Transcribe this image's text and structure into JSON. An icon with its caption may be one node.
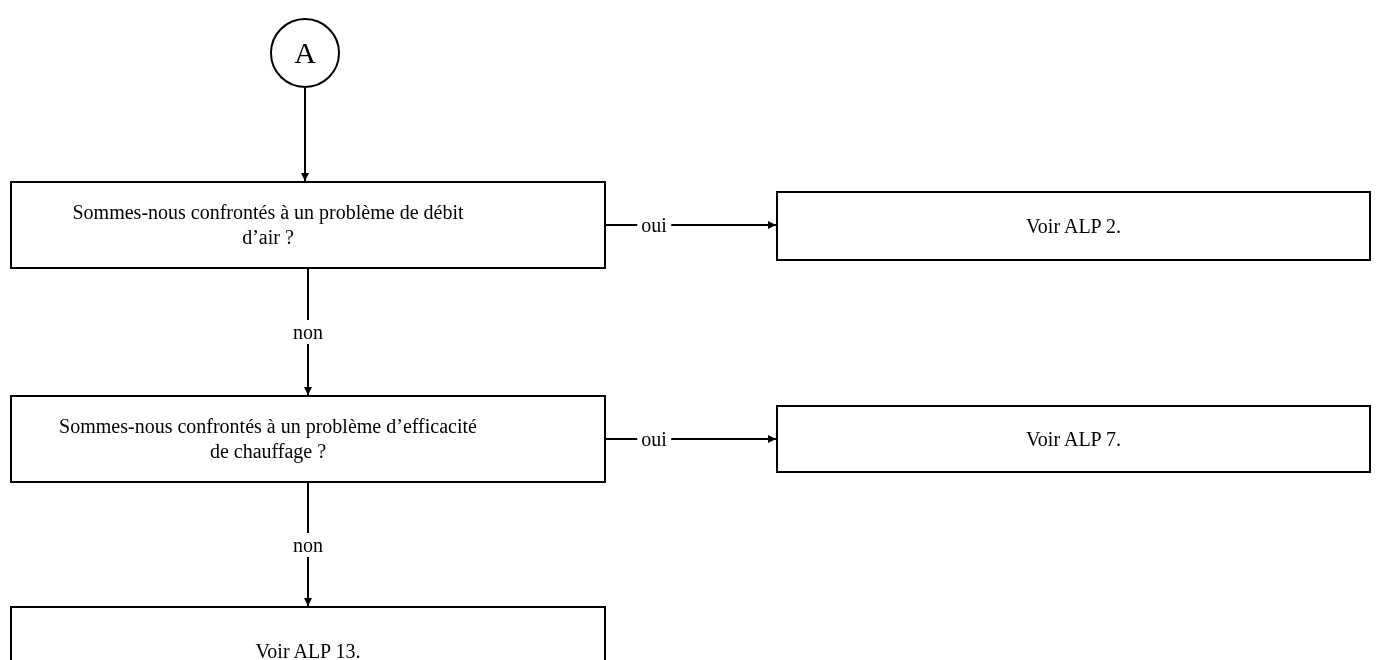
{
  "diagram": {
    "nodes": [
      {
        "text": [
          "A"
        ]
      },
      {
        "text": [
          "Sommes-nous confrontés à un problème de débit d’air ?"
        ]
      },
      {
        "text": [
          "Voir ALP 2."
        ]
      },
      {
        "text": [
          "Sommes-nous confrontés à un problème d’efficacité de chauffage ?"
        ]
      },
      {
        "text": [
          "Voir ALP 7."
        ]
      },
      {
        "text": [
          "Voir ALP 13."
        ]
      }
    ],
    "edges": [
      {
        "from": 0,
        "to": 1,
        "arrow": "to"
      },
      {
        "from": 1,
        "to": 2,
        "arrow": "to",
        "label": "oui"
      },
      {
        "from": 1,
        "to": 3,
        "arrow": "to",
        "label": "non"
      },
      {
        "from": 3,
        "to": 4,
        "arrow": "to",
        "label": "oui"
      },
      {
        "from": 3,
        "to": 5,
        "arrow": "to",
        "label": "non"
      }
    ]
  }
}
